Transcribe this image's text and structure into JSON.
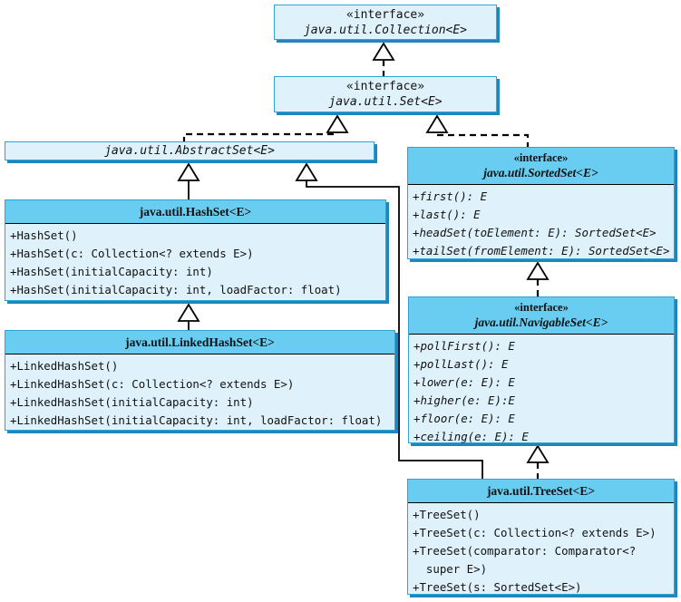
{
  "diagram_title": "Java Set interfaces and classes UML hierarchy",
  "colors": {
    "header_fill": "#68CDF1",
    "body_fill": "#DFF2FB",
    "border": "#2FA3D6",
    "shadow": "#1F86BB",
    "line": "#000000"
  },
  "boxes": {
    "collection": {
      "stereotype": "«interface»",
      "name": "java.util.Collection<E>"
    },
    "set": {
      "stereotype": "«interface»",
      "name": "java.util.Set<E>"
    },
    "abstractset": {
      "name": "java.util.AbstractSet<E>"
    },
    "hashset": {
      "name": "java.util.HashSet<E>",
      "members": [
        "+HashSet()",
        "+HashSet(c: Collection<? extends E>)",
        "+HashSet(initialCapacity: int)",
        "+HashSet(initialCapacity: int, loadFactor: float)"
      ]
    },
    "linkedhashset": {
      "name": "java.util.LinkedHashSet<E>",
      "members": [
        "+LinkedHashSet()",
        "+LinkedHashSet(c: Collection<? extends E>)",
        "+LinkedHashSet(initialCapacity: int)",
        "+LinkedHashSet(initialCapacity: int, loadFactor: float)"
      ]
    },
    "sortedset": {
      "stereotype": "«interface»",
      "name": "java.util.SortedSet<E>",
      "members": [
        "+first(): E",
        "+last(): E",
        "+headSet(toElement: E): SortedSet<E>",
        "+tailSet(fromElement: E): SortedSet<E>"
      ]
    },
    "navigableset": {
      "stereotype": "«interface»",
      "name": "java.util.NavigableSet<E>",
      "members": [
        "+pollFirst(): E",
        "+pollLast(): E",
        "+lower(e: E): E",
        "+higher(e: E):E",
        "+floor(e: E): E",
        "+ceiling(e: E): E"
      ]
    },
    "treeset": {
      "name": "java.util.TreeSet<E>",
      "members": [
        "+TreeSet()",
        "+TreeSet(c: Collection<? extends E>)",
        "+TreeSet(comparator: Comparator<?",
        "  super E>)",
        "+TreeSet(s: SortedSet<E>)"
      ]
    }
  },
  "relationships": [
    {
      "child": "java.util.Set<E>",
      "parent": "java.util.Collection<E>",
      "line": "dashed"
    },
    {
      "child": "java.util.AbstractSet<E>",
      "parent": "java.util.Set<E>",
      "line": "dashed"
    },
    {
      "child": "java.util.SortedSet<E>",
      "parent": "java.util.Set<E>",
      "line": "dashed"
    },
    {
      "child": "java.util.HashSet<E>",
      "parent": "java.util.AbstractSet<E>",
      "line": "solid"
    },
    {
      "child": "java.util.TreeSet<E>",
      "parent": "java.util.AbstractSet<E>",
      "line": "solid"
    },
    {
      "child": "java.util.LinkedHashSet<E>",
      "parent": "java.util.HashSet<E>",
      "line": "solid"
    },
    {
      "child": "java.util.NavigableSet<E>",
      "parent": "java.util.SortedSet<E>",
      "line": "dashed"
    },
    {
      "child": "java.util.TreeSet<E>",
      "parent": "java.util.NavigableSet<E>",
      "line": "dashed"
    }
  ]
}
